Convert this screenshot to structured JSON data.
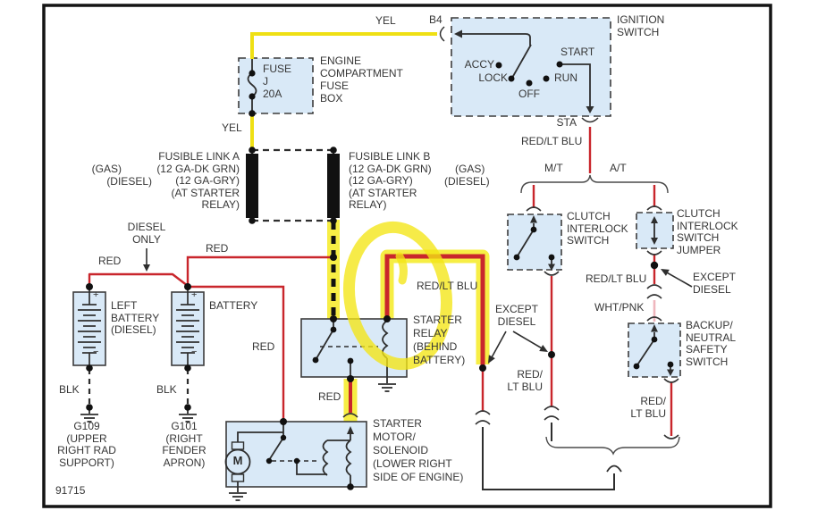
{
  "colors": {
    "wire_red": "#c9262c",
    "wire_yellow": "#efe014",
    "wire_pink": "#efb6bd",
    "highlighter": "#f5ea16",
    "box_fill": "#d9e9f7",
    "line": "#3c3c3c",
    "text": "#363636"
  },
  "labels": {
    "b4": "B4",
    "yel_top": "YEL",
    "yel_mid": "YEL",
    "ignition_switch": "IGNITION\nSWITCH",
    "accy": "ACCY",
    "lock": "LOCK",
    "off": "OFF",
    "run": "RUN",
    "start": "START",
    "sta": "STA",
    "red_lt_blu_sta": "RED/LT BLU",
    "mt": "M/T",
    "at": "A/T",
    "fuse": "FUSE\nJ\n20A",
    "fuse_box": "ENGINE\nCOMPARTMENT\nFUSE\nBOX",
    "fusible_link_a": "FUSIBLE LINK A\n(12 GA-DK GRN)\n(12 GA-GRY)\n(AT STARTER\nRELAY)",
    "gas_left": "(GAS)",
    "diesel_left": "(DIESEL)",
    "fusible_link_b": "FUSIBLE LINK B\n(12 GA-DK GRN)\n(12 GA-GRY)\n(AT STARTER\nRELAY)",
    "gas_right": "(GAS)",
    "diesel_right": "(DIESEL)",
    "clutch_interlock_switch": "CLUTCH\nINTERLOCK\nSWITCH",
    "clutch_interlock_jumper": "CLUTCH\nINTERLOCK\nSWITCH\nJUMPER",
    "red_lt_blu_at": "RED/LT BLU",
    "except_diesel_right": "EXCEPT\nDIESEL",
    "wht_pnk": "WHT/PNK",
    "backup_neutral_safety_switch": "BACKUP/\nNEUTRAL\nSAFETY\nSWITCH",
    "diesel_only": "DIESEL\nONLY",
    "red_battery_jumper": "RED",
    "red_battery_feed": "RED",
    "red_lt_blu_relay": "RED/LT BLU",
    "except_diesel_left": "EXCEPT\nDIESEL",
    "starter_relay": "STARTER\nRELAY\n(BEHIND\nBATTERY)",
    "left_battery": "LEFT\nBATTERY\n(DIESEL)",
    "battery": "BATTERY",
    "battery_plus": "+",
    "battery_minus": "−",
    "red_solenoid_feed": "RED",
    "red_relay_out": "RED",
    "red_lt_blu_mt": "RED/\nLT BLU",
    "red_lt_blu_backup": "RED/\nLT BLU",
    "starter_motor": "STARTER\nMOTOR/\nSOLENOID\n(LOWER RIGHT\nSIDE OF ENGINE)",
    "motor_m": "M",
    "blk_left": "BLK",
    "blk_right": "BLK",
    "g109": "G109\n(UPPER\nRIGHT RAD\nSUPPORT)",
    "g101": "G101\n(RIGHT\nFENDER\nAPRON)",
    "diagram_number": "91715"
  }
}
